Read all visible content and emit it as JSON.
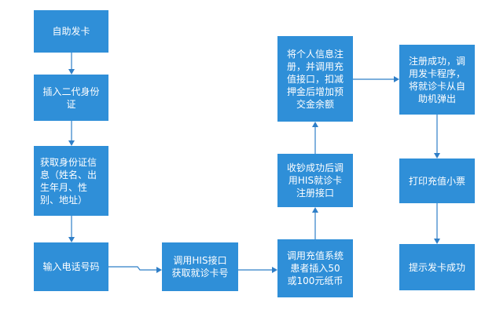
{
  "nodes": {
    "n1": "自助发卡",
    "n2": "插入二代身份\n证",
    "n3": "获取身份证信\n息（姓名、出\n生年月、性\n别、地址）",
    "n4": "输入电话号码",
    "n5": "调用HIS接口\n获取就诊卡号",
    "n6": "调用充值系统\n患者插入50\n或100元纸币",
    "n7": "收钞成功后调\n用HIS就诊卡\n注册接口",
    "n8": "将个人信息注\n册，并调用充\n值接口，扣减\n押金后增加预\n交金余额",
    "n9": "注册成功，调\n用发卡程序，\n将就诊卡从自\n助机弹出",
    "n10": "打印充值小票",
    "n11": "提示发卡成功"
  },
  "colors": {
    "box": "#2f8fd8",
    "edge": "#2f7fc8",
    "text": "#ffffff"
  }
}
